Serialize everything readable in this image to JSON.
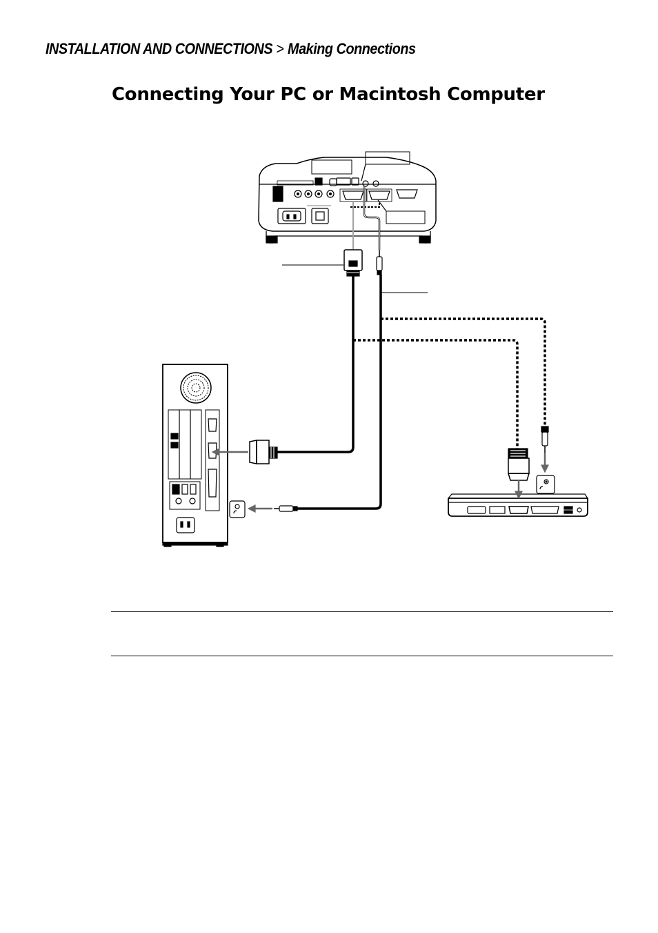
{
  "header": {
    "section": "INSTALLATION AND CONNECTIONS",
    "separator": ">",
    "subsection": "Making Connections"
  },
  "title": "Connecting Your PC or Macintosh Computer"
}
